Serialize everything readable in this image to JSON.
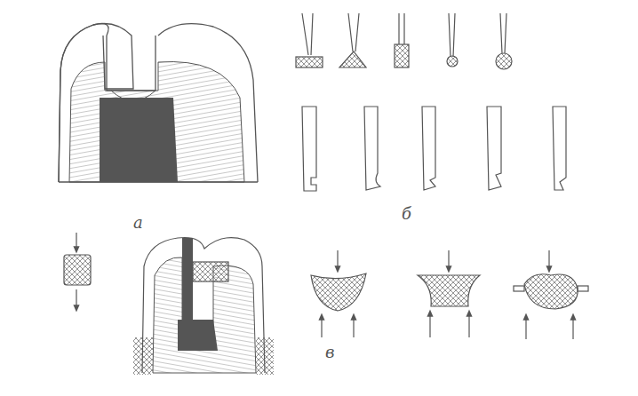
{
  "diagram": {
    "labels": [
      "а",
      "б",
      "в"
    ]
  }
}
